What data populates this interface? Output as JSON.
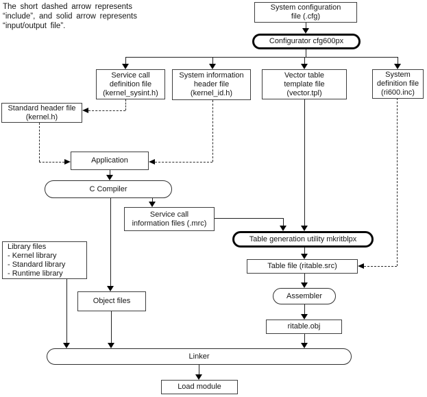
{
  "legend_note": "The short dashed arrow represents\n“include”, and solid arrow represents\n“input/output file”.",
  "colors": {
    "line": "#1f1f1f",
    "box_border": "#3d3d3d",
    "background": "#ffffff"
  },
  "nodes": {
    "system_config_file": "System configuration\nfile (.cfg)",
    "configurator": "Configurator cfg600px",
    "service_call_def": "Service call\ndefinition file\n(kernel_sysint.h)",
    "system_info_header": "System information\nheader file\n(kernel_id.h)",
    "vector_template": "Vector table\ntemplate file\n(vector.tpl)",
    "system_def": "System\ndefinition file\n(ri600.inc)",
    "standard_header": "Standard header file\n(kernel.h)",
    "application": "Application",
    "c_compiler": "C Compiler",
    "service_call_info": "Service call\ninformation files (.mrc)",
    "table_gen_utility": "Table generation utility mkritblpx",
    "table_file": "Table file (ritable.src)",
    "assembler": "Assembler",
    "ritable_obj": "ritable.obj",
    "library_files": "Library files\n- Kernel library\n- Standard library\n- Runtime library",
    "object_files": "Object files",
    "linker": "Linker",
    "load_module": "Load module"
  }
}
